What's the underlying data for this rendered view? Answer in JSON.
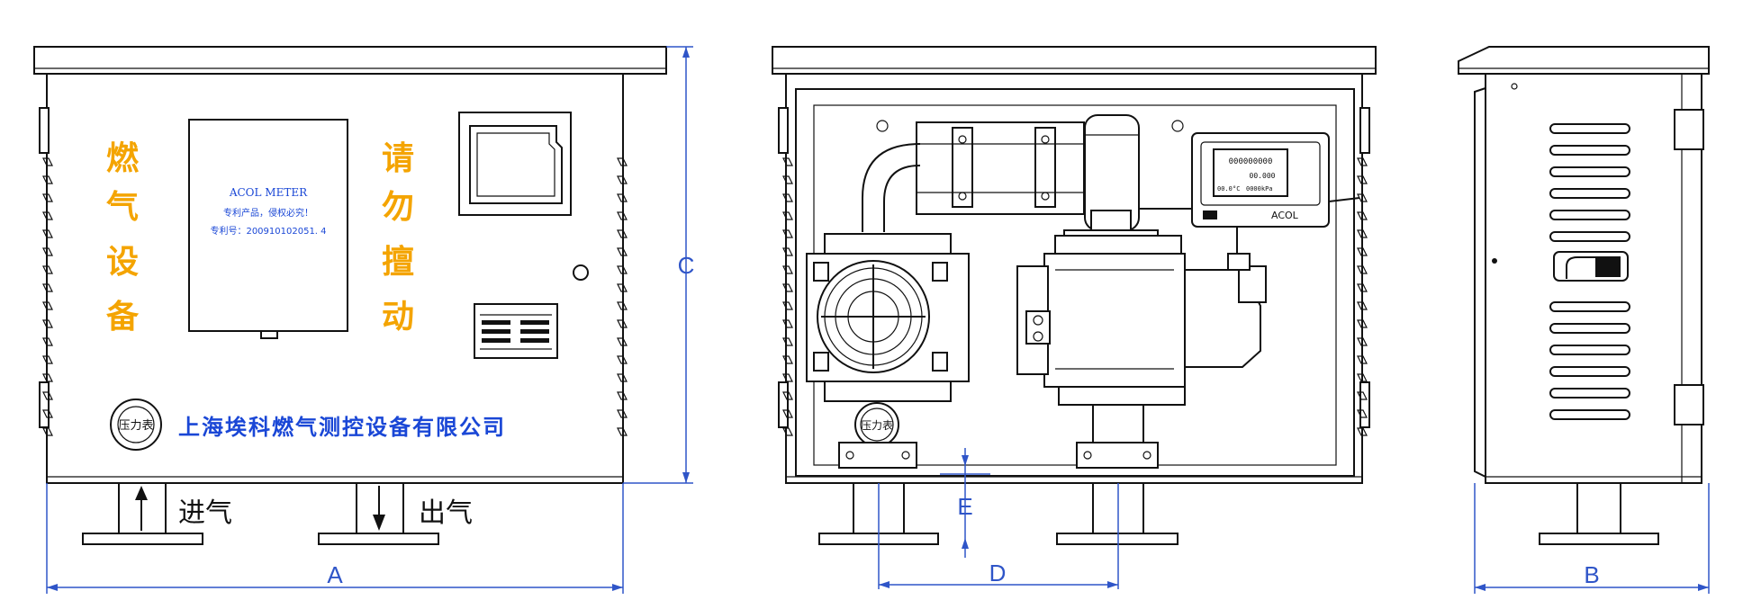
{
  "colors": {
    "line": "#111111",
    "dimension": "#2f55c8",
    "warning_text": "#f4a400",
    "company_text": "#1a47d6"
  },
  "front_view": {
    "left_vertical_text": [
      "燃",
      "气",
      "设",
      "备"
    ],
    "right_vertical_text": [
      "请",
      "勿",
      "擅",
      "动"
    ],
    "meter_window": {
      "title": "ACOL METER",
      "line1": "专利产品，侵权必究！",
      "line2": "专利号：200910102051. 4"
    },
    "pressure_gauge_label": "压力表",
    "company_name": "上海埃科燃气测控设备有限公司",
    "inlet_label": "进气",
    "outlet_label": "出气",
    "icons": [
      "inlet-arrow-icon",
      "outlet-arrow-icon",
      "pressure-gauge-icon"
    ]
  },
  "side_view": {
    "pressure_gauge_label": "压力表",
    "display": {
      "digits": "000000000",
      "value": "00.000",
      "temperature": "00.0",
      "temperature_unit": "°C",
      "pressure": "0000kPa"
    },
    "brand_text": "ACOL"
  },
  "dimensions": {
    "A": "A",
    "B": "B",
    "C": "C",
    "D": "D",
    "E": "E"
  }
}
